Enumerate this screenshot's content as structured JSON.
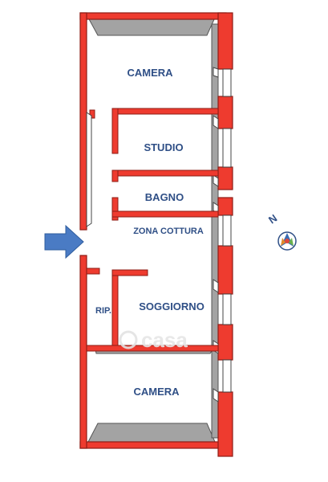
{
  "rooms": {
    "camera_top": "CAMERA",
    "studio": "STUDIO",
    "bagno": "BAGNO",
    "zona_cottura": "ZONA COTTURA",
    "ripostiglio": "RIP.",
    "soggiorno": "SOGGIORNO",
    "camera_bottom": "CAMERA"
  },
  "compass": {
    "north_label": "N"
  },
  "watermark": "casa",
  "colors": {
    "wall": "#ee3b2f",
    "wall_outline": "#8e1d16",
    "floor_shade": "#9e9e9e",
    "label": "#2f4f86",
    "entrance_arrow": "#4a7bc4"
  }
}
